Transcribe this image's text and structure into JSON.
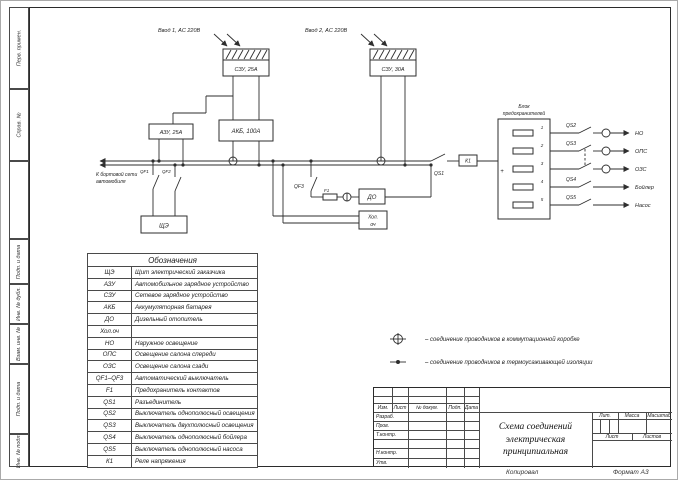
{
  "frame": {
    "side_labels": [
      "Перв. примен.",
      "Справ. №",
      "Подп. и дата",
      "Инв. № дубл.",
      "Взам. инв. №",
      "Подп. и дата",
      "Инв. № подл."
    ],
    "copy_label": "Копировал",
    "format_label": "Формат А3"
  },
  "schematic": {
    "input1_label": "Ввод 1, AC 220В",
    "input2_label": "Ввод 2, AC 220В",
    "szu1_label": "СЗУ, 25А",
    "szu2_label": "СЗУ, 30А",
    "azu_label": "АЗУ, 25А",
    "akb_label": "АКБ, 100А",
    "board_net_line1": "К бортовой сети",
    "board_net_line2": "автомобиля",
    "qf1_label": "QF1",
    "qf2_label": "QF2",
    "qf3_label": "QF3",
    "f1_label": "F1",
    "shche_label": "ЩЭ",
    "do_label": "ДО",
    "hol_line1": "Хол.",
    "hol_line2": "оч",
    "qs1_label": "QS1",
    "k1_label": "К1",
    "plus_label": "+",
    "fuse_block_line1": "Блок",
    "fuse_block_line2": "предохранителей",
    "fuse_numbers": [
      "1",
      "2",
      "3",
      "4",
      "5"
    ],
    "qs2_label": "QS2",
    "qs3_label": "QS3",
    "qs4_label": "QS4",
    "qs5_label": "QS5",
    "load_labels": [
      "НО",
      "ОПС",
      "ОЗС",
      "Бойлер",
      "Насос"
    ],
    "notes": [
      "–   соединение проводников в коммутационной коробке",
      "–   соединение проводников в термоусаживающей изоляции"
    ]
  },
  "legend": {
    "title": "Обозначения",
    "rows": [
      [
        "ЩЭ",
        "Щит электрический заказчика"
      ],
      [
        "АЗУ",
        "Автомобильное зарядное устройство"
      ],
      [
        "СЗУ",
        "Сетевое зарядное устройство"
      ],
      [
        "АКБ",
        "Аккумуляторная батарея"
      ],
      [
        "ДО",
        "Дизельный отопитель"
      ],
      [
        "Хол.оч",
        ""
      ],
      [
        "НО",
        "Наружное освещение"
      ],
      [
        "ОПС",
        "Освещение салона спереди"
      ],
      [
        "ОЗС",
        "Освещение салона сзади"
      ],
      [
        "QF1–QF3",
        "Автоматический выключатель"
      ],
      [
        "F1",
        "Предохранитель контактов"
      ],
      [
        "QS1",
        "Разъединитель"
      ],
      [
        "QS2",
        "Выключатель однополюсный освещения"
      ],
      [
        "QS3",
        "Выключатель двухполюсный освещения"
      ],
      [
        "QS4",
        "Выключатель однополюсный бойлера"
      ],
      [
        "QS5",
        "Выключатель однополюсный насоса"
      ],
      [
        "К1",
        "Реле напряжения"
      ]
    ]
  },
  "title_block": {
    "doc_title": "Схема соединений электрическая принципиальная",
    "header_cols": [
      "Изм.",
      "Лист",
      "№ докум.",
      "Подп.",
      "Дата"
    ],
    "roles": [
      "Разраб.",
      "Пров.",
      "Т.контр.",
      "Н.контр.",
      "Утв."
    ],
    "lit_label": "Лит.",
    "mass_label": "Масса",
    "scale_label": "Масштаб",
    "sheet_label": "Лист",
    "sheets_label": "Листов"
  }
}
